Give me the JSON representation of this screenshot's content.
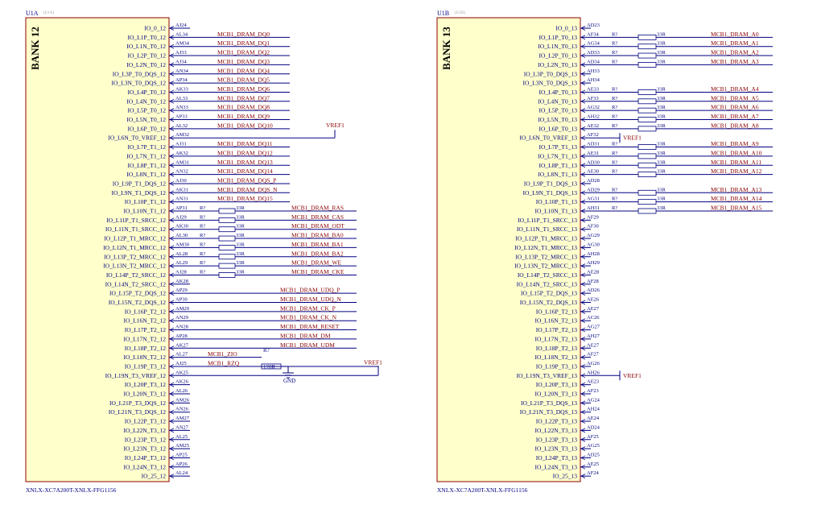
{
  "banks": [
    {
      "designator": "U1A",
      "designator_hint": "(U1A)",
      "bank_label": "BANK 12",
      "part_number": "XNLX-XC7A200T-XNLX-FFG1156",
      "pins": [
        {
          "name": "IO_0_12",
          "ball": "AJ24",
          "net": ""
        },
        {
          "name": "IO_L1P_T0_12",
          "ball": "AL34",
          "net": "MCB1_DRAM_DQ0"
        },
        {
          "name": "IO_L1N_T0_12",
          "ball": "AM34",
          "net": "MCB1_DRAM_DQ1"
        },
        {
          "name": "IO_L2P_T0_12",
          "ball": "AJ33",
          "net": "MCB1_DRAM_DQ2"
        },
        {
          "name": "IO_L2N_T0_12",
          "ball": "AJ34",
          "net": "MCB1_DRAM_DQ3"
        },
        {
          "name": "IO_L3P_T0_DQS_12",
          "ball": "AN34",
          "net": "MCB1_DRAM_DQ4"
        },
        {
          "name": "IO_L3N_T0_DQS_12",
          "ball": "AP34",
          "net": "MCB1_DRAM_DQ5"
        },
        {
          "name": "IO_L4P_T0_12",
          "ball": "AK33",
          "net": "MCB1_DRAM_DQ6"
        },
        {
          "name": "IO_L4N_T0_12",
          "ball": "AL33",
          "net": "MCB1_DRAM_DQ7"
        },
        {
          "name": "IO_L5P_T0_12",
          "ball": "AN33",
          "net": "MCB1_DRAM_DQ8"
        },
        {
          "name": "IO_L5N_T0_12",
          "ball": "AP33",
          "net": "MCB1_DRAM_DQ9"
        },
        {
          "name": "IO_L6P_T0_12",
          "ball": "AL32",
          "net": "MCB1_DRAM_DQ10"
        },
        {
          "name": "IO_L6N_T0_VREF_12",
          "ball": "AM32",
          "net": "",
          "vref": true
        },
        {
          "name": "IO_L7P_T1_12",
          "ball": "AJ31",
          "net": "MCB1_DRAM_DQ11"
        },
        {
          "name": "IO_L7N_T1_12",
          "ball": "AK32",
          "net": "MCB1_DRAM_DQ12"
        },
        {
          "name": "IO_L8P_T1_12",
          "ball": "AM31",
          "net": "MCB1_DRAM_DQ13"
        },
        {
          "name": "IO_L8N_T1_12",
          "ball": "AN32",
          "net": "MCB1_DRAM_DQ14"
        },
        {
          "name": "IO_L9P_T1_DQS_12",
          "ball": "AJ30",
          "net": "MCB1_DRAM_DQS_P"
        },
        {
          "name": "IO_L9N_T1_DQS_12",
          "ball": "AK31",
          "net": "MCB1_DRAM_DQS_N"
        },
        {
          "name": "IO_L10P_T1_12",
          "ball": "AN31",
          "net": "MCB1_DRAM_DQ15"
        },
        {
          "name": "IO_L10N_T1_12",
          "ball": "AP31",
          "net": "MCB1_DRAM_RAS",
          "res": "R?",
          "val": "33R"
        },
        {
          "name": "IO_L11P_T1_SRCC_12",
          "ball": "AJ29",
          "net": "MCB1_DRAM_CAS",
          "res": "R?",
          "val": "33R"
        },
        {
          "name": "IO_L11N_T1_SRCC_12",
          "ball": "AK30",
          "net": "MCB1_DRAM_ODT",
          "res": "R?",
          "val": "33R"
        },
        {
          "name": "IO_L12P_T1_MRCC_12",
          "ball": "AL30",
          "net": "MCB1_DRAM_BA0",
          "res": "R?",
          "val": "33R"
        },
        {
          "name": "IO_L12N_T1_MRCC_12",
          "ball": "AM30",
          "net": "MCB1_DRAM_BA1",
          "res": "R?",
          "val": "33R"
        },
        {
          "name": "IO_L13P_T2_MRCC_12",
          "ball": "AL28",
          "net": "MCB1_DRAM_BA2",
          "res": "R?",
          "val": "33R"
        },
        {
          "name": "IO_L13N_T2_MRCC_12",
          "ball": "AL29",
          "net": "MCB1_DRAM_WE",
          "res": "R?",
          "val": "33R"
        },
        {
          "name": "IO_L14P_T2_SRCC_12",
          "ball": "AJ28",
          "net": "MCB1_DRAM_CKE",
          "res": "R?",
          "val": "33R"
        },
        {
          "name": "IO_L14N_T2_SRCC_12",
          "ball": "AK28",
          "net": ""
        },
        {
          "name": "IO_L15P_T2_DQS_12",
          "ball": "AP29",
          "net": "MCB1_DRAM_UDQ_P"
        },
        {
          "name": "IO_L15N_T2_DQS_12",
          "ball": "AP30",
          "net": "MCB1_DRAM_UDQ_N"
        },
        {
          "name": "IO_L16P_T2_12",
          "ball": "AM29",
          "net": "MCB1_DRAM_CK_P"
        },
        {
          "name": "IO_L16N_T2_12",
          "ball": "AN29",
          "net": "MCB1_DRAM_CK_N"
        },
        {
          "name": "IO_L17P_T2_12",
          "ball": "AN28",
          "net": "MCB1_DRAM_RESET"
        },
        {
          "name": "IO_L17N_T2_12",
          "ball": "AP28",
          "net": "MCB1_DRAM_DM"
        },
        {
          "name": "IO_L18P_T2_12",
          "ball": "AK27",
          "net": "MCB1_DRAM_UDM"
        },
        {
          "name": "IO_L18N_T2_12",
          "ball": "AL27",
          "net": "MCB1_ZIO"
        },
        {
          "name": "IO_L19P_T3_12",
          "ball": "AJ25",
          "net": "MCB1_RZQ"
        },
        {
          "name": "IO_L19N_T3_VREF_12",
          "ball": "AK25",
          "net": "",
          "vref": true
        },
        {
          "name": "IO_L20P_T3_12",
          "ball": "AK26",
          "net": ""
        },
        {
          "name": "IO_L20N_T3_12",
          "ball": "AL26",
          "net": ""
        },
        {
          "name": "IO_L21P_T3_DQS_12",
          "ball": "AM26",
          "net": ""
        },
        {
          "name": "IO_L21N_T3_DQS_12",
          "ball": "AN26",
          "net": ""
        },
        {
          "name": "IO_L22P_T3_12",
          "ball": "AM27",
          "net": ""
        },
        {
          "name": "IO_L22N_T3_12",
          "ball": "AN27",
          "net": ""
        },
        {
          "name": "IO_L23P_T3_12",
          "ball": "AL25",
          "net": ""
        },
        {
          "name": "IO_L23N_T3_12",
          "ball": "AM25",
          "net": ""
        },
        {
          "name": "IO_L24P_T3_12",
          "ball": "AP25",
          "net": ""
        },
        {
          "name": "IO_L24N_T3_12",
          "ball": "AP26",
          "net": ""
        },
        {
          "name": "IO_25_12",
          "ball": "AL24",
          "net": ""
        }
      ]
    },
    {
      "designator": "U1B",
      "designator_hint": "(U1B)",
      "bank_label": "BANK 13",
      "part_number": "XNLX-XC7A200T-XNLX-FFG1156",
      "pins": [
        {
          "name": "IO_0_13",
          "ball": "AD23",
          "net": ""
        },
        {
          "name": "IO_L1P_T0_13",
          "ball": "AF34",
          "net": "MCB1_DRAM_A0",
          "res": "R?",
          "val": "33R"
        },
        {
          "name": "IO_L1N_T0_13",
          "ball": "AG34",
          "net": "MCB1_DRAM_A1",
          "res": "R?",
          "val": "33R"
        },
        {
          "name": "IO_L2P_T0_13",
          "ball": "AD33",
          "net": "MCB1_DRAM_A2",
          "res": "R?",
          "val": "33R"
        },
        {
          "name": "IO_L2N_T0_13",
          "ball": "AD34",
          "net": "MCB1_DRAM_A3",
          "res": "R?",
          "val": "33R"
        },
        {
          "name": "IO_L3P_T0_DQS_13",
          "ball": "AH33",
          "net": ""
        },
        {
          "name": "IO_L3N_T0_DQS_13",
          "ball": "AH34",
          "net": ""
        },
        {
          "name": "IO_L4P_T0_13",
          "ball": "AE33",
          "net": "MCB1_DRAM_A4",
          "res": "R?",
          "val": "33R"
        },
        {
          "name": "IO_L4N_T0_13",
          "ball": "AF33",
          "net": "MCB1_DRAM_A5",
          "res": "R?",
          "val": "33R"
        },
        {
          "name": "IO_L5P_T0_13",
          "ball": "AG32",
          "net": "MCB1_DRAM_A6",
          "res": "R?",
          "val": "33R"
        },
        {
          "name": "IO_L5N_T0_13",
          "ball": "AH32",
          "net": "MCB1_DRAM_A7",
          "res": "R?",
          "val": "33R"
        },
        {
          "name": "IO_L6P_T0_13",
          "ball": "AE32",
          "net": "MCB1_DRAM_A8",
          "res": "R?",
          "val": "33R"
        },
        {
          "name": "IO_L6N_T0_VREF_13",
          "ball": "AF32",
          "net": "",
          "vref": true
        },
        {
          "name": "IO_L7P_T1_13",
          "ball": "AD31",
          "net": "MCB1_DRAM_A9",
          "res": "R?",
          "val": "33R"
        },
        {
          "name": "IO_L7N_T1_13",
          "ball": "AE31",
          "net": "MCB1_DRAM_A10",
          "res": "R?",
          "val": "33R"
        },
        {
          "name": "IO_L8P_T1_13",
          "ball": "AD30",
          "net": "MCB1_DRAM_A11",
          "res": "R?",
          "val": "33R"
        },
        {
          "name": "IO_L8N_T1_13",
          "ball": "AE30",
          "net": "MCB1_DRAM_A12",
          "res": "R?",
          "val": "33R"
        },
        {
          "name": "IO_L9P_T1_DQS_13",
          "ball": "AD28",
          "net": ""
        },
        {
          "name": "IO_L9N_T1_DQS_13",
          "ball": "AD29",
          "net": "MCB1_DRAM_A13",
          "res": "R?",
          "val": "33R"
        },
        {
          "name": "IO_L10P_T1_13",
          "ball": "AG31",
          "net": "MCB1_DRAM_A14",
          "res": "R?",
          "val": "33R"
        },
        {
          "name": "IO_L10N_T1_13",
          "ball": "AH31",
          "net": "MCB1_DRAM_A15",
          "res": "R?",
          "val": "33R"
        },
        {
          "name": "IO_L11P_T1_SRCC_13",
          "ball": "AF29",
          "net": ""
        },
        {
          "name": "IO_L11N_T1_SRCC_13",
          "ball": "AF30",
          "net": ""
        },
        {
          "name": "IO_L12P_T1_MRCC_13",
          "ball": "AG29",
          "net": ""
        },
        {
          "name": "IO_L12N_T1_MRCC_13",
          "ball": "AG30",
          "net": ""
        },
        {
          "name": "IO_L13P_T2_MRCC_13",
          "ball": "AH28",
          "net": ""
        },
        {
          "name": "IO_L13N_T2_MRCC_13",
          "ball": "AH29",
          "net": ""
        },
        {
          "name": "IO_L14P_T2_SRCC_13",
          "ball": "AE28",
          "net": ""
        },
        {
          "name": "IO_L14N_T2_SRCC_13",
          "ball": "AF28",
          "net": ""
        },
        {
          "name": "IO_L15P_T2_DQS_13",
          "ball": "AD26",
          "net": ""
        },
        {
          "name": "IO_L15N_T2_DQS_13",
          "ball": "AE26",
          "net": ""
        },
        {
          "name": "IO_L16P_T2_13",
          "ball": "AE27",
          "net": ""
        },
        {
          "name": "IO_L16N_T2_13",
          "ball": "AC26",
          "net": ""
        },
        {
          "name": "IO_L17P_T2_13",
          "ball": "AG27",
          "net": ""
        },
        {
          "name": "IO_L17N_T2_13",
          "ball": "AH27",
          "net": ""
        },
        {
          "name": "IO_L18P_T2_13",
          "ball": "AE27",
          "net": ""
        },
        {
          "name": "IO_L18N_T2_13",
          "ball": "AF27",
          "net": ""
        },
        {
          "name": "IO_L19P_T3_13",
          "ball": "AG26",
          "net": ""
        },
        {
          "name": "IO_L19N_T3_VREF_13",
          "ball": "AH26",
          "net": "",
          "vref": true
        },
        {
          "name": "IO_L20P_T3_13",
          "ball": "AE23",
          "net": ""
        },
        {
          "name": "IO_L20N_T3_13",
          "ball": "AF23",
          "net": ""
        },
        {
          "name": "IO_L21P_T3_DQS_13",
          "ball": "AG24",
          "net": ""
        },
        {
          "name": "IO_L21N_T3_DQS_13",
          "ball": "AH24",
          "net": ""
        },
        {
          "name": "IO_L22P_T3_13",
          "ball": "AE24",
          "net": ""
        },
        {
          "name": "IO_L22N_T3_13",
          "ball": "AD24",
          "net": ""
        },
        {
          "name": "IO_L23P_T3_13",
          "ball": "AF25",
          "net": ""
        },
        {
          "name": "IO_L23N_T3_13",
          "ball": "AG25",
          "net": ""
        },
        {
          "name": "IO_L24P_T3_13",
          "ball": "AD25",
          "net": ""
        },
        {
          "name": "IO_L24N_T3_13",
          "ball": "AE25",
          "net": ""
        },
        {
          "name": "IO_25_13",
          "ball": "AF24",
          "net": ""
        }
      ]
    }
  ],
  "vref_label": "VREF1",
  "rzq_resistor": {
    "designator": "R?",
    "value": "120R"
  },
  "gnd_label": "GND",
  "colors": {
    "body_fill": "#ffffcc",
    "body_stroke": "#8b0000",
    "pin_text": "#000080",
    "wire": "#000080",
    "net_label": "#8b0000",
    "ball_text": "#000080"
  }
}
